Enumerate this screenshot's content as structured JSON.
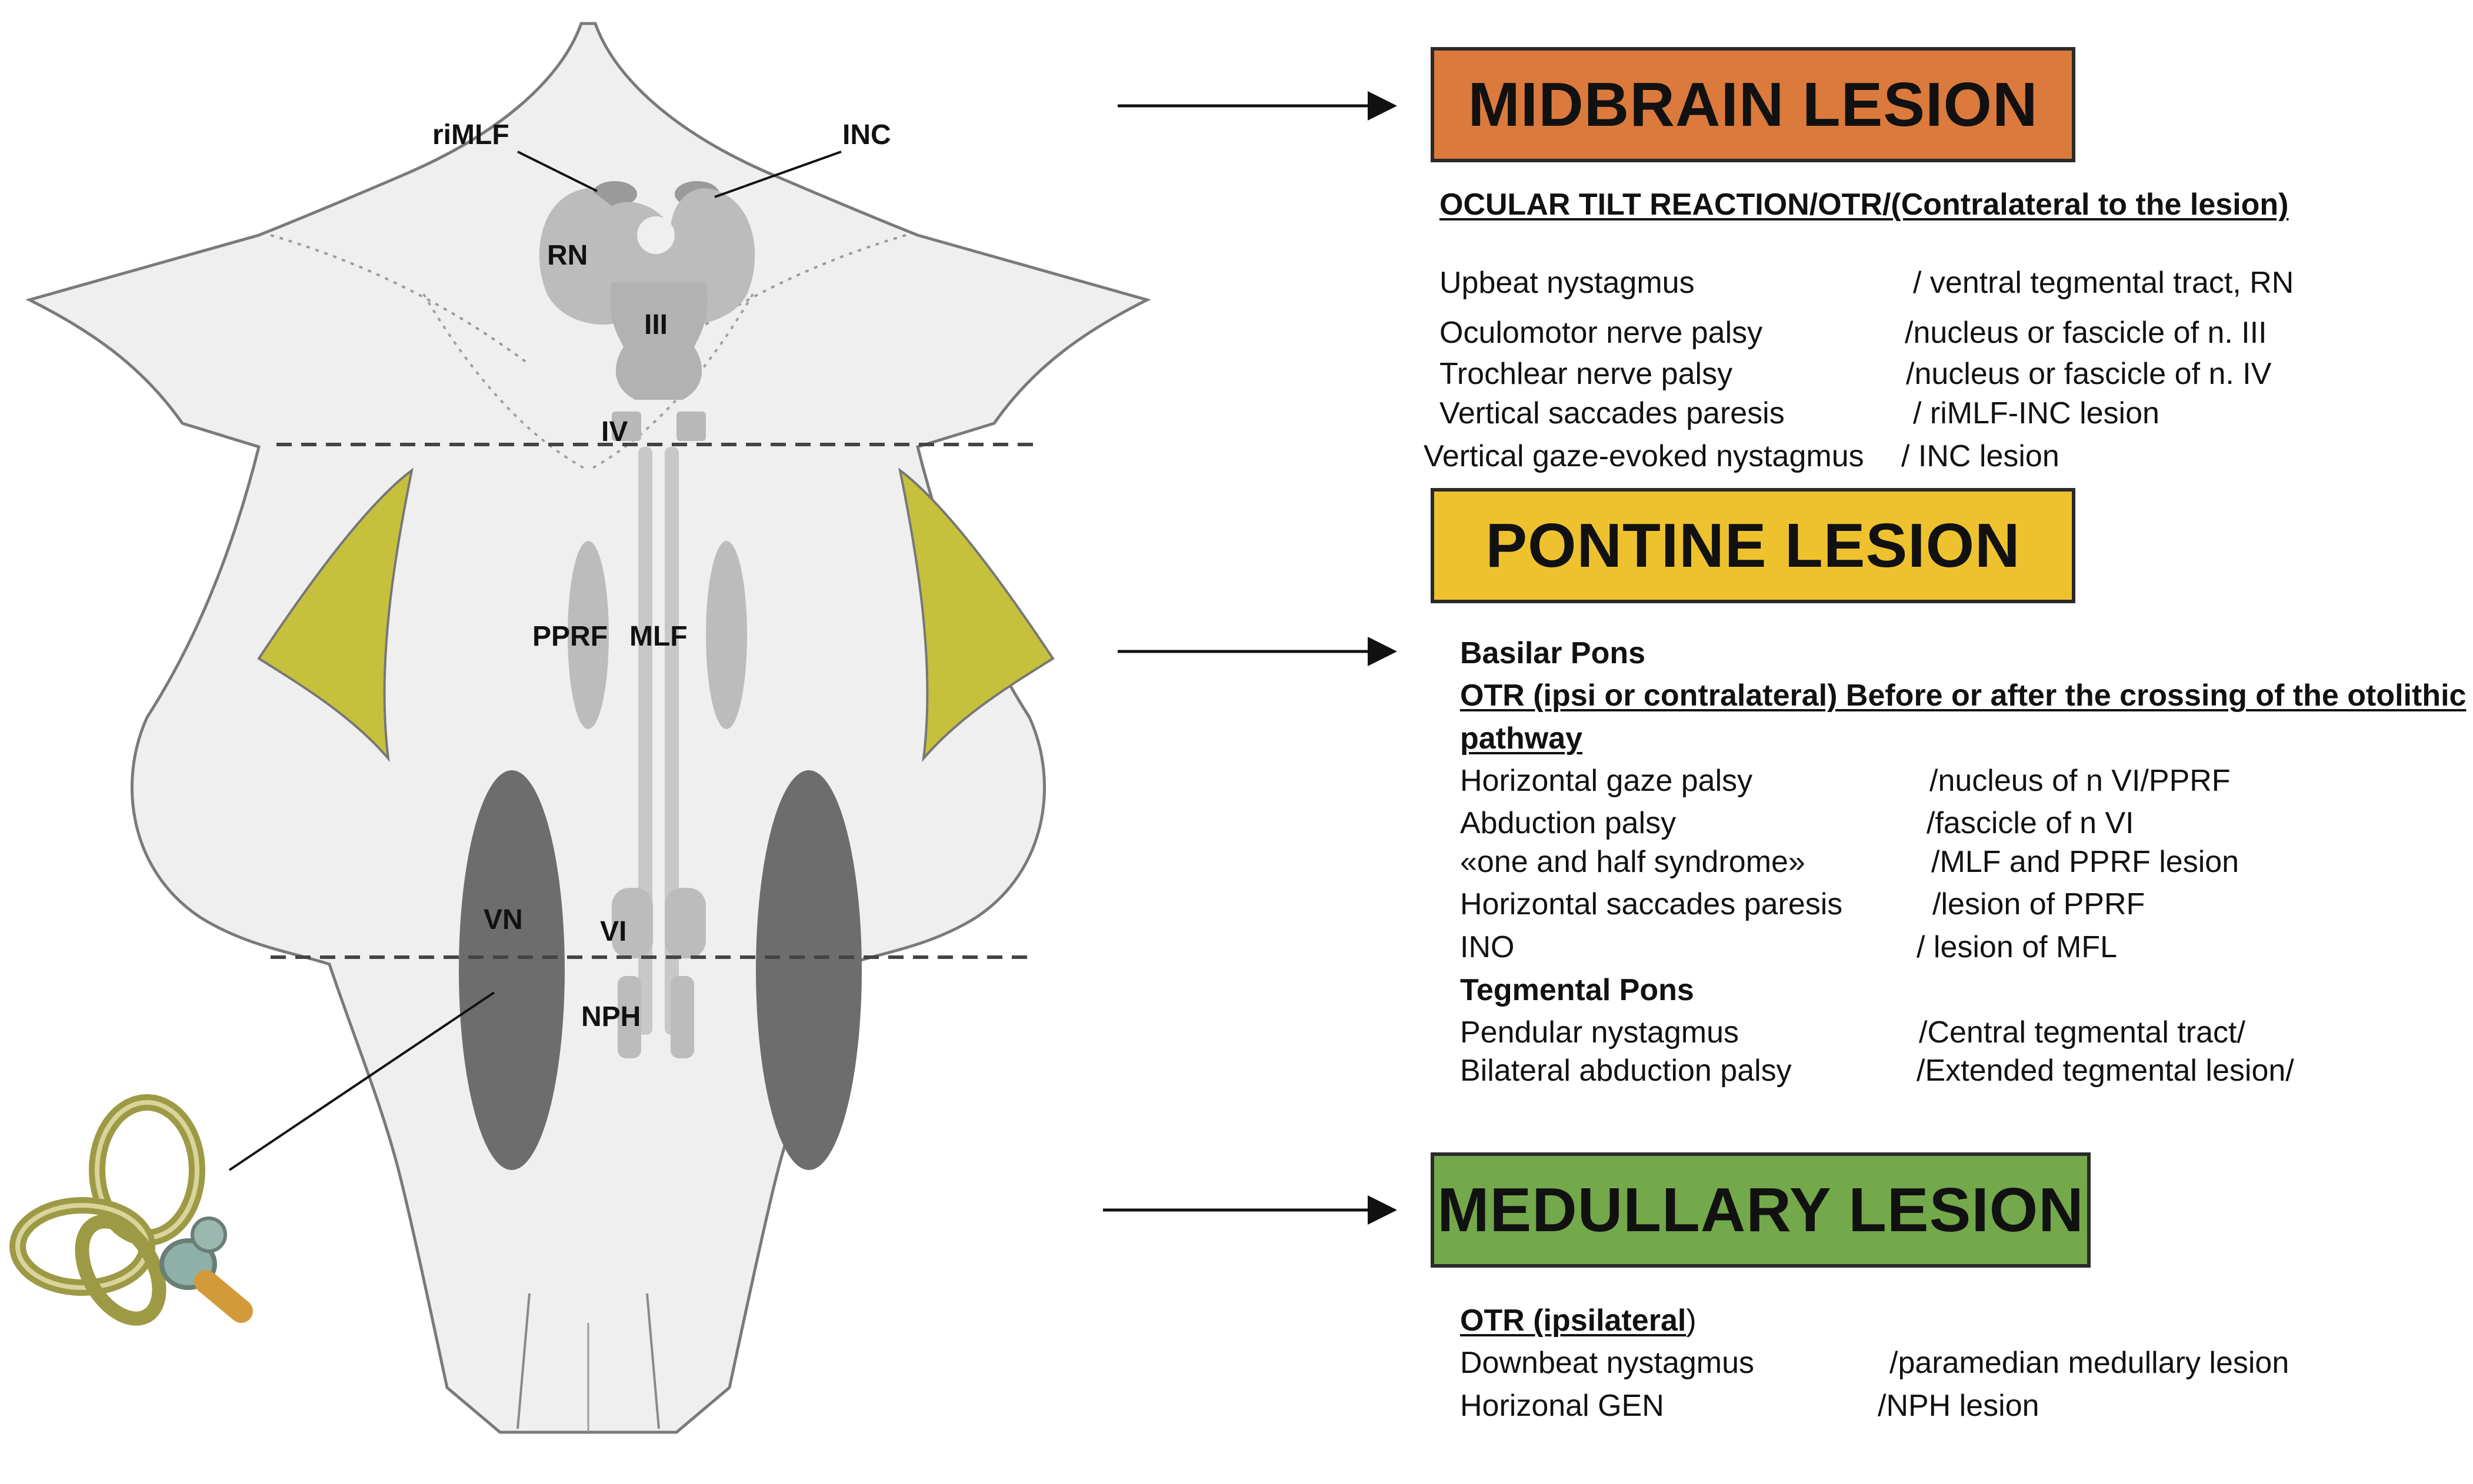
{
  "diagram": {
    "labels": {
      "rimlf": "riMLF",
      "inc": "INC",
      "rn": "RN",
      "iii": "III",
      "iv": "IV",
      "pprf": "PPRF",
      "mlf": "MLF",
      "vn": "VN",
      "vi": "VI",
      "nph": "NPH"
    },
    "colors": {
      "brainstem": "#efefef",
      "outline": "#6f6f6f",
      "nucleus_light": "#bcbcbc",
      "nucleus_dark": "#6d6d6d",
      "cerebellar_peduncle": "#c6c13d",
      "inner_ear": "#9c9a45"
    }
  },
  "midbrain": {
    "title": "MIDBRAIN LESION",
    "color": "#db7a3c",
    "heading": "OCULAR TILT REACTION/OTR/(Contralateral to the lesion)",
    "rows": [
      {
        "sign": "Upbeat nystagmus",
        "site": "/  ventral tegmental tract, RN"
      },
      {
        "sign": "Oculomotor nerve palsy",
        "site": "/nucleus or fascicle of n. III"
      },
      {
        "sign": "Trochlear nerve palsy",
        "site": "/nucleus or fascicle of n. IV"
      },
      {
        "sign": "Vertical saccades paresis",
        "site": "/ riMLF-INC lesion"
      },
      {
        "sign": "Vertical gaze-evoked nystagmus",
        "site": "/ INC lesion"
      }
    ]
  },
  "pontine": {
    "title": "PONTINE LESION",
    "color": "#eec22e",
    "basilar_heading": "Basilar Pons",
    "otr_line1": "OTR (ipsi or contralateral) Before or after the crossing of the otolithic",
    "otr_line2": "pathway",
    "rows": [
      {
        "sign": "Horizontal gaze palsy",
        "site": "/nucleus of n VI/PPRF"
      },
      {
        "sign": "Abduction palsy",
        "site": "/fascicle of n VI"
      },
      {
        "sign": "«one and half syndrome»",
        "site": "/MLF and PPRF lesion"
      },
      {
        "sign": "Horizontal saccades paresis",
        "site": "/lesion of PPRF"
      },
      {
        "sign": "INO",
        "site": "/ lesion of MFL"
      }
    ],
    "tegmental_heading": "Tegmental Pons",
    "tegmental_rows": [
      {
        "sign": "Pendular nystagmus",
        "site": "/Central tegmental tract/"
      },
      {
        "sign": "Bilateral abduction palsy",
        "site": "/Extended tegmental lesion/"
      }
    ]
  },
  "medullary": {
    "title": "MEDULLARY LESION",
    "color": "#73a94a",
    "otr_underlined": "OTR (ipsilateral",
    "otr_paren": ")",
    "rows": [
      {
        "sign": "Downbeat nystagmus",
        "site": "/paramedian medullary lesion"
      },
      {
        "sign": "Horizonal GEN",
        "site": "/NPH lesion"
      }
    ]
  }
}
